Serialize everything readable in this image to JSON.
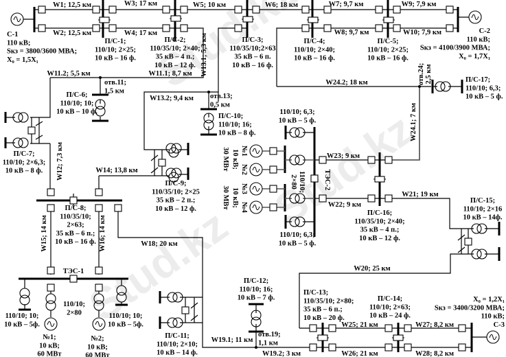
{
  "watermark": "Stud.kz",
  "sources": {
    "c1": [
      "С-1",
      "110 кВ;",
      "Sкз = 3800/3600 МВА;",
      "X₀ = 1,5X₁"
    ],
    "c2": [
      "С-2",
      "110 кВ;",
      "Sкз = 4100/3900 МВА;",
      "X₀ = 1,7X₁"
    ],
    "c3": [
      "X₀ = 1,2X₁",
      "Sкз = 3400/3200 МВА;",
      "110 кВ;",
      "С-3"
    ]
  },
  "substations": {
    "ps1": [
      "П/С-1;",
      "110/10; 2×25;",
      "10 кВ – 16 ф."
    ],
    "ps2": [
      "П/С-2;",
      "110/35/10; 2×40;",
      "35 кВ – 4 п.;",
      "10 кВ – 12 ф."
    ],
    "ps3": [
      "П/С-3;",
      "110/35/10;2×63",
      "35 кВ – 6 п.",
      "10 кВ – 16 ф."
    ],
    "ps4": [
      "П/С-4;",
      "110/10; 2×40;",
      "10 кВ – 16 ф."
    ],
    "ps5": [
      "П/С-5;",
      "110/10; 2×25;",
      "10 кВ – 16 ф."
    ],
    "ps6": [
      "П/С-6;",
      "110/10; 10;",
      "10 кВ – 10 ф."
    ],
    "ps7": [
      "П/С-7;",
      "110/10; 2×6,3;",
      "10 кВ – 8 ф."
    ],
    "ps8": [
      "П/С-8;",
      "110/35/10;",
      "2×63;",
      "35 кВ – 6 п.;",
      "10 кВ – 16 ф."
    ],
    "ps9": [
      "П/С-9;",
      "110/35/10; 2×25",
      "35 кВ – 2 п.;",
      "10 кВ – 12 ф."
    ],
    "ps10": [
      "П/С-10;",
      "110/10; 16;",
      "10 кВ – 8 ф."
    ],
    "ps11": [
      "П/С-11;",
      "110/10; 2×10;",
      "10 кВ – 14 ф."
    ],
    "ps12": [
      "П/С-12;",
      "110/10; 16;",
      "10 кВ – 7 ф."
    ],
    "ps13": [
      "П/С-13;",
      "110/35/10; 2×80;",
      "35 кВ – 6 п.;",
      "10 кВ – 20 ф."
    ],
    "ps14": [
      "П/С-14;",
      "110/10; 2×63;",
      "10 кВ – 24 ф."
    ],
    "ps15": [
      "П/С-15;",
      "110/10; 2×16",
      "10 кВ – 14ф."
    ],
    "ps16": [
      "П/С-16;",
      "110/35/10; 2×40;",
      "35 кВ – 4 п.;",
      "10 кВ – 12 ф."
    ],
    "ps17": [
      "П/С-17;",
      "110/10; 6,3;",
      "10 кВ – 5 ф."
    ]
  },
  "tpp1": {
    "name": "ТЭС-1",
    "aux_left": [
      "110/10; 10;",
      "10 кВ – 5ф."
    ],
    "aux_right": [
      "110/10; 10;",
      "10 кВ – 5ф."
    ],
    "main_tr": [
      "110/10;",
      "2×80"
    ],
    "gen1": [
      "№1;",
      "10 кВ;",
      "60 МВт"
    ],
    "gen2": [
      "№2;",
      "10 кВ;",
      "60 МВт"
    ]
  },
  "tpp2": {
    "name": "ТЭС-2",
    "aux_top": [
      "110/10; 6,3;",
      "10 кВ – 5 ф."
    ],
    "aux_bottom": [
      "110/10; 6,3;",
      "10 кВ – 5 ф."
    ],
    "main_tr": [
      "110/10;",
      "2×80"
    ],
    "gen_power": "30 МВт",
    "gen_voltage": "10 кВ;",
    "gen_names": [
      "№1",
      "№2",
      "№3",
      "№4"
    ]
  },
  "lines": {
    "W1": "W1; 12,5 км",
    "W2": "W2; 12,5 км",
    "W3": "W3; 17 км",
    "W4": "W4; 17 км",
    "W5": "W5; 10 км",
    "W6": "W6; 18 км",
    "W7": "W7; 9,7 км",
    "W8": "W8; 9,7 км",
    "W9": "W9; 7,9 км",
    "W10": "W10; 7,9 км",
    "W11_1": "W11.1; 8,7 км",
    "W11_2": "W11.2; 5,5 км",
    "W12": "W12; 7,3 км",
    "W13_1": "W13.1; 5,3 км",
    "W13_2": "W13.2; 9,4 км",
    "W14": "W14; 13,8 км",
    "W15": "W15; 14 км",
    "W16": "W16; 14 км",
    "W18": "W18; 20 км",
    "W19_1": "W19.1; 11 км",
    "W19_2": "W19.2; 3 км",
    "W20": "W20; 25 км",
    "W21": "W21; 19 км",
    "W22": "W22; 9 км",
    "W23": "W23; 9 км",
    "W24_1": "W24.1; 7 км",
    "W24_2": "W24.2; 18 км",
    "W25": "W25; 21 км",
    "W26": "W26; 21 км",
    "W27": "W27; 8,2 км",
    "W28": "W28; 8,2 км"
  },
  "taps": {
    "t11": [
      "отв.11;",
      "1,5 км"
    ],
    "t13": [
      "отв.13;",
      "0,5 км"
    ],
    "t19": [
      "отв.19;",
      "1,1 км"
    ],
    "t24": [
      "отв.24;",
      "2,5 км"
    ]
  }
}
